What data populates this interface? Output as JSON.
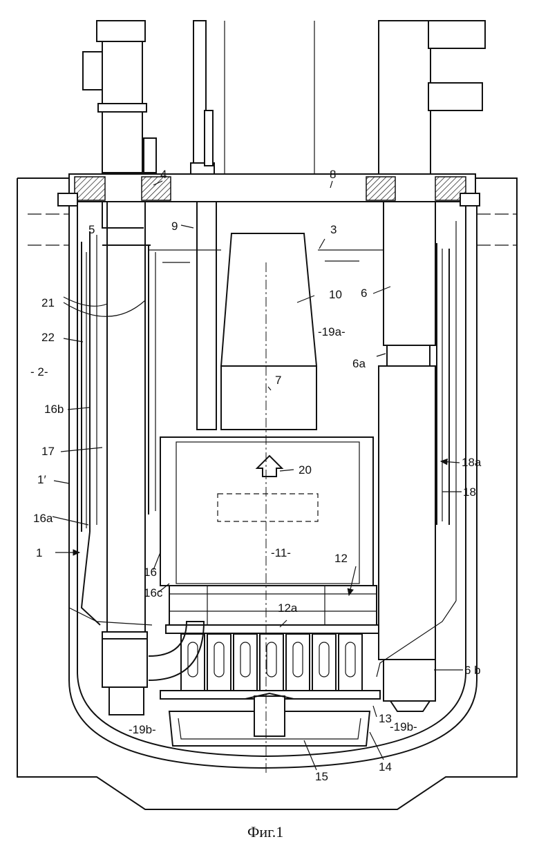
{
  "figure": {
    "caption": "Фиг.1",
    "labels": {
      "l1": "1",
      "l1p": "1′",
      "l2": "- 2-",
      "l3": "3",
      "l4": "4",
      "l5": "5",
      "l6": "6",
      "l6a": "6a",
      "l6b": "6 b",
      "l7": "7",
      "l8": "8",
      "l9": "9",
      "l10": "10",
      "l11": "-11-",
      "l12": "12",
      "l12a": "12a",
      "l13": "13",
      "l14": "14",
      "l15": "15",
      "l16": "16",
      "l16a": "16a",
      "l16b": "16b",
      "l16c": "16c",
      "l17": "17",
      "l18": "18",
      "l18a": "18a",
      "l19a": "-19a-",
      "l19b_left": "-19b-",
      "l19b_right": "-19b-",
      "l20": "20",
      "l21": "21",
      "l22": "22"
    }
  }
}
